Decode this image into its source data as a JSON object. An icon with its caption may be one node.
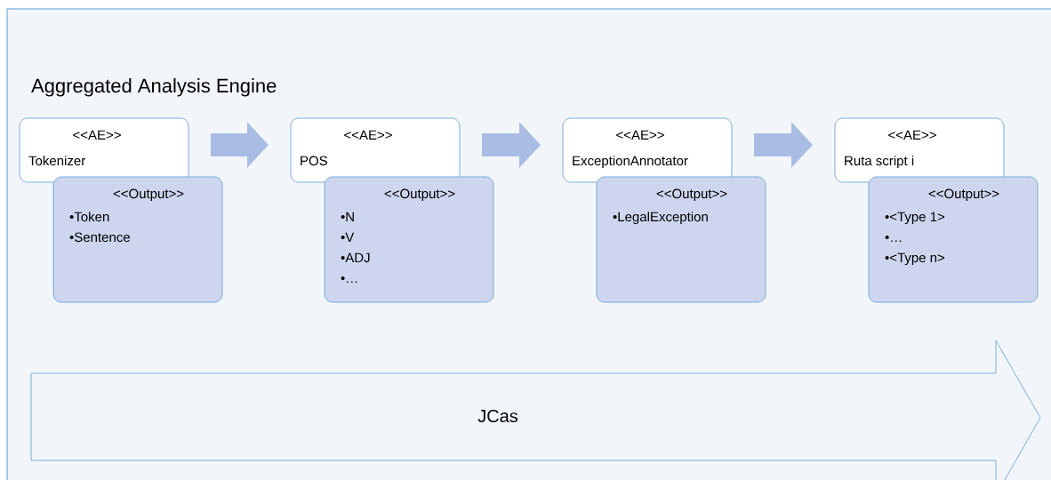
{
  "diagram": {
    "nodes": [
      {
        "text": [
          "Aggregated Analysis Engine"
        ]
      },
      {
        "text": [
          "<<AE>>",
          "Tokenizer"
        ],
        "in": 0
      },
      {
        "text": [
          "<<Output>>",
          "•Token",
          "•Sentence"
        ],
        "in": 0
      },
      {
        "text": [
          "<<AE>>",
          "POS"
        ],
        "in": 0
      },
      {
        "text": [
          "<<Output>>",
          "•N",
          "•V",
          "•ADJ",
          "•…"
        ],
        "in": 0
      },
      {
        "text": [
          "<<AE>>",
          "ExceptionAnnotator"
        ],
        "in": 0
      },
      {
        "text": [
          "<<Output>>",
          "•LegalException"
        ],
        "in": 0
      },
      {
        "text": [
          "<<AE>>",
          "Ruta script i"
        ],
        "in": 0
      },
      {
        "text": [
          "<<Output>>",
          "•<Type 1>",
          "•…",
          "•<Type n>"
        ],
        "in": 0
      },
      {
        "text": [
          "JCas"
        ],
        "in": 0
      }
    ],
    "edges": [
      {
        "from": 1,
        "to": 3,
        "arrow": "to"
      },
      {
        "from": 3,
        "to": 5,
        "arrow": "to"
      },
      {
        "from": 5,
        "to": 7,
        "arrow": "to"
      }
    ]
  }
}
